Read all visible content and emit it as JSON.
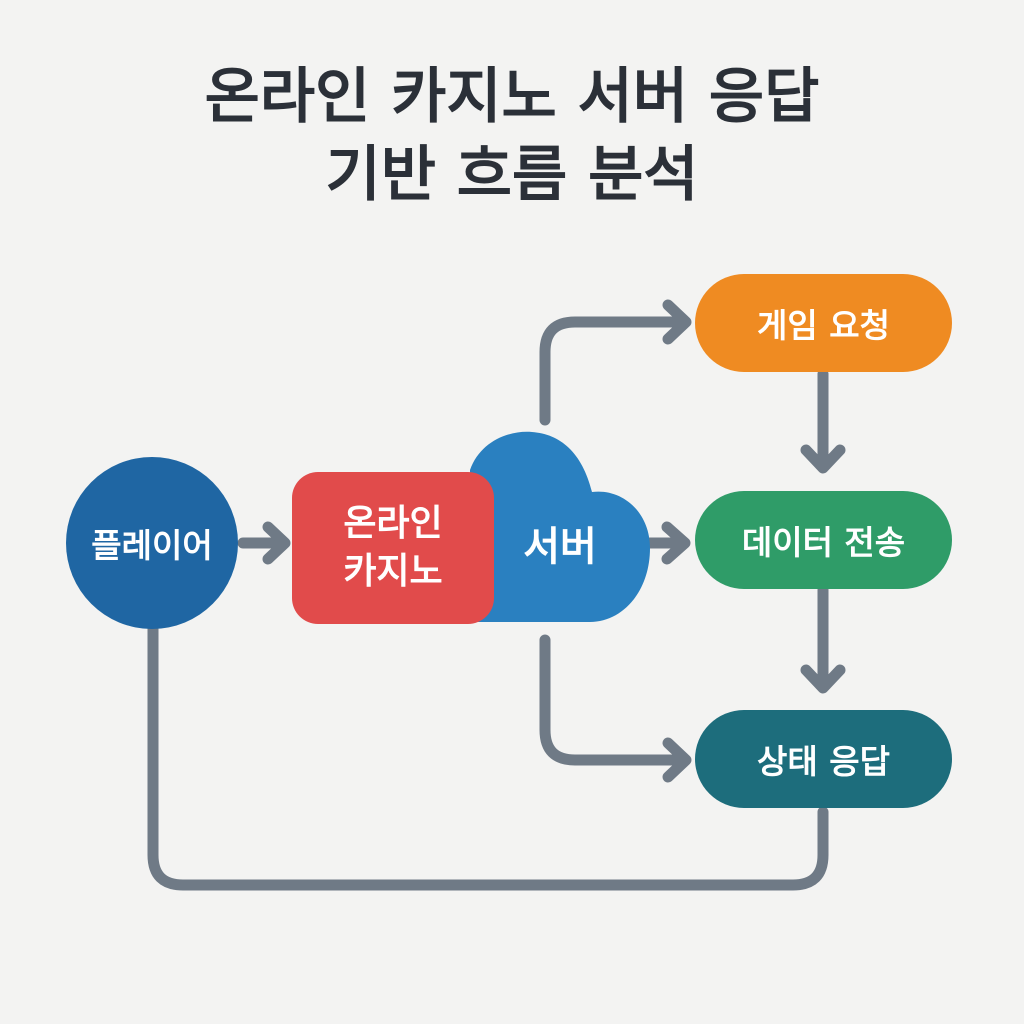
{
  "title": {
    "line1": "온라인 카지노 서버 응답",
    "line2": "기반 흐름 분석"
  },
  "nodes": {
    "player": {
      "label": "플레이어"
    },
    "casino": {
      "line1": "온라인",
      "line2": "카지노"
    },
    "server": {
      "label": "서버"
    },
    "game_request": {
      "label": "게임 요청"
    },
    "data_transfer": {
      "label": "데이터 전송"
    },
    "status_response": {
      "label": "상태 응답"
    }
  },
  "colors": {
    "background": "#f3f3f2",
    "title": "#2b3038",
    "player": "#1f66a3",
    "casino": "#e14b4b",
    "server": "#2a80c0",
    "game_request": "#ef8b22",
    "data_transfer": "#2f9c68",
    "status_response": "#1d6d7c",
    "connector": "#6f7a86"
  },
  "icons": {
    "server": "cloud-icon"
  }
}
